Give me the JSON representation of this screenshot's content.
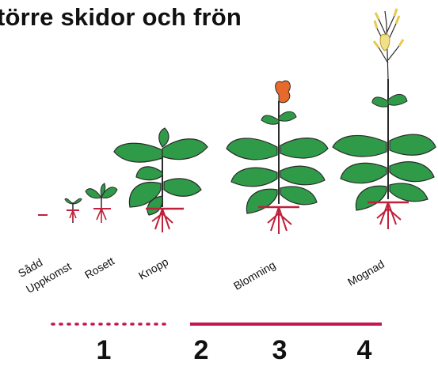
{
  "title": "törre skidor och frön",
  "stages": [
    "Sådd",
    "Uppkomst",
    "Rosett",
    "Knopp",
    "Blomning",
    "Mognad"
  ],
  "phase_numbers": [
    "1",
    "2",
    "3",
    "4"
  ],
  "colors": {
    "leaf": "#2f9a48",
    "leaf_outline": "#2b2b2b",
    "root": "#c0213a",
    "timeline": "#c4164e",
    "flower": "#e86a2a",
    "pod": "#efe08a"
  },
  "timeline": {
    "dotted_segment": "phase 1",
    "solid_segment": "phases 2–4"
  }
}
